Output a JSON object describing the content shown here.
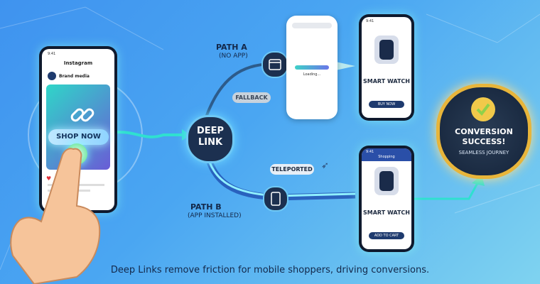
{
  "left_phone": {
    "time": "9:41",
    "app_name": "Instagram",
    "account": "Brand media",
    "cta": "SHOP NOW"
  },
  "deep_link": {
    "line1": "DEEP",
    "line2": "LINK"
  },
  "path_a": {
    "title": "PATH A",
    "subtitle": "(NO APP)",
    "fallback": "FALLBACK",
    "loading": "Loading..."
  },
  "path_b": {
    "title": "PATH B",
    "subtitle": "(APP INSTALLED)",
    "teleported": "TELEPORTED"
  },
  "phone_a": {
    "time": "9:41",
    "product": "SMART WATCH",
    "button": "BUY NOW"
  },
  "phone_b": {
    "time": "9:41",
    "header": "Shopping",
    "product": "SMART WATCH",
    "button": "ADD TO CART"
  },
  "success": {
    "line1": "CONVERSION",
    "line2": "SUCCESS!",
    "line3": "SEAMLESS JOURNEY"
  },
  "caption": "Deep Links remove friction for mobile shoppers, driving conversions.",
  "colors": {
    "accent": "#2fe0d0",
    "navy": "#13284a",
    "gold": "#e8b53a",
    "check": "#8fd14a"
  }
}
